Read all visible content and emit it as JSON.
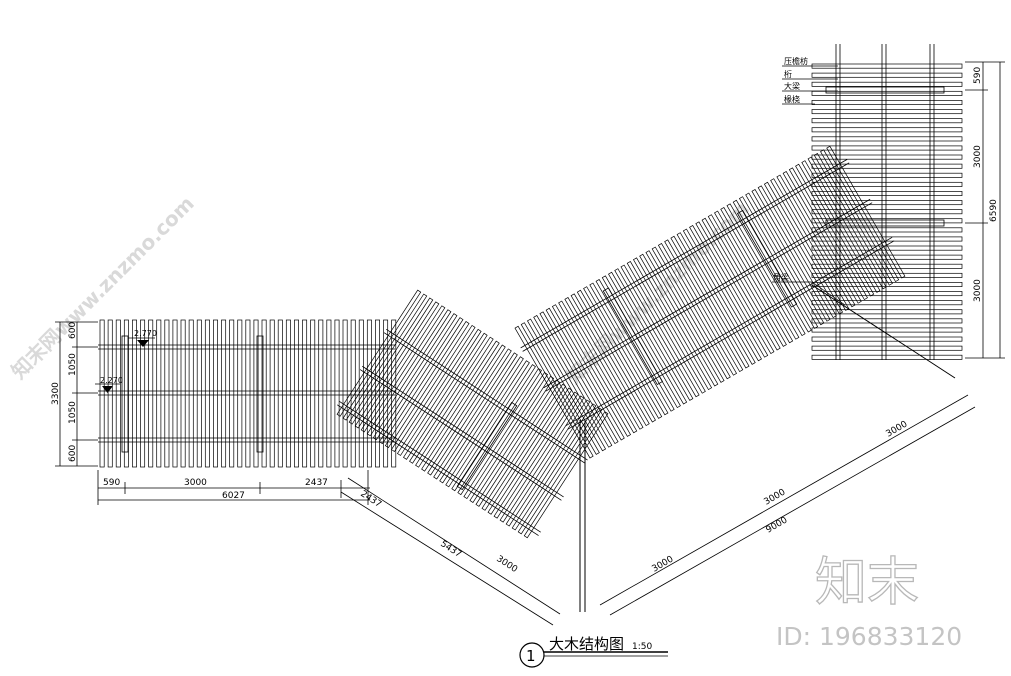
{
  "drawing": {
    "title": "大木结构图",
    "scale": "1:50",
    "number": "1"
  },
  "left_wing": {
    "elevation_top": "2.770",
    "elevation_mid": "2.270",
    "left_dims": [
      "600",
      "1050",
      "1050",
      "600"
    ],
    "left_total": "3300",
    "bottom_dims": [
      "590",
      "3000",
      "2437"
    ],
    "bottom_total": "6027"
  },
  "mid_wing": {
    "dims": [
      "2437",
      "5437",
      "3000"
    ]
  },
  "right_wing": {
    "dims": [
      "3000",
      "3000",
      "3000"
    ],
    "total": "9000"
  },
  "top_wing": {
    "labels": [
      "压檐枋",
      "桁",
      "大梁",
      "椽桡"
    ],
    "corner_label": "角梁",
    "right_dims": [
      "590",
      "3000",
      "3000"
    ],
    "right_total": "6590"
  },
  "watermark": {
    "site": "知末网www.znzmo.com",
    "logo": "知末",
    "id": "ID: 196833120"
  }
}
